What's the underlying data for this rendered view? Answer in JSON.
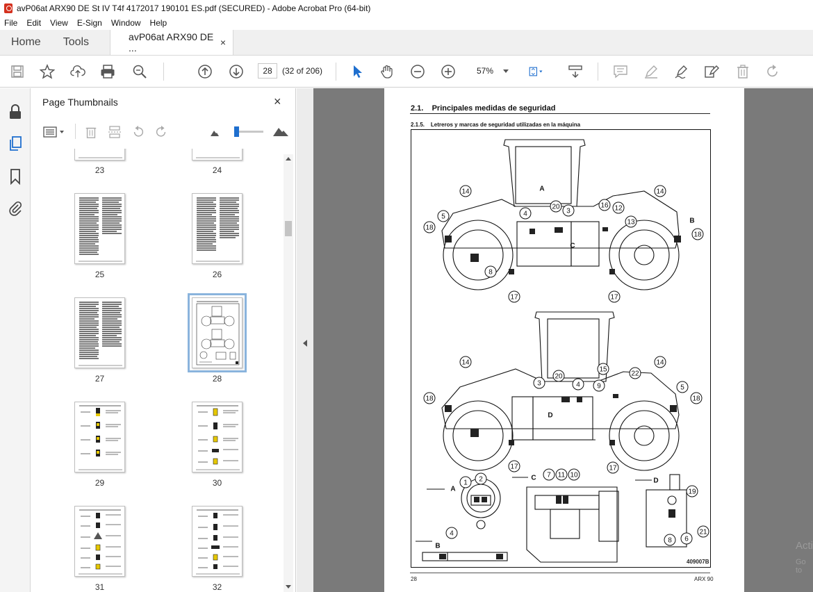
{
  "window": {
    "title": "avP06at ARX90 DE St IV T4f 4172017 190101 ES.pdf (SECURED) - Adobe Acrobat Pro (64-bit)"
  },
  "menu": [
    "File",
    "Edit",
    "View",
    "E-Sign",
    "Window",
    "Help"
  ],
  "tabs": {
    "home": "Home",
    "tools": "Tools",
    "document": "avP06at ARX90 DE ...",
    "close": "×"
  },
  "toolbar": {
    "page_number": "28",
    "page_count": "(32 of 206)",
    "zoom": "57%"
  },
  "panel": {
    "title": "Page Thumbnails",
    "close": "×",
    "pages": [
      "23",
      "24",
      "25",
      "26",
      "27",
      "28",
      "29",
      "30",
      "31",
      "32"
    ],
    "selected_page": "28"
  },
  "document": {
    "section_title": "2.1.    Principales medidas de seguridad",
    "subsection_title": "2.1.5.    Letreros y marcas de seguridad utilizadas en la máquina",
    "figure_code": "409007B",
    "footer_page": "28",
    "footer_model": "ARX 90",
    "callouts_top": [
      "14",
      "5",
      "18",
      "4",
      "20",
      "3",
      "8",
      "17",
      "A",
      "C",
      "16",
      "12",
      "13",
      "14",
      "B",
      "18",
      "17"
    ],
    "callouts_bottom": [
      "14",
      "18",
      "3",
      "20",
      "4",
      "D",
      "17",
      "15",
      "9",
      "22",
      "14",
      "5",
      "18",
      "17"
    ],
    "detail_labels": [
      "A",
      "B",
      "C",
      "D"
    ],
    "detail_callouts": [
      "1",
      "2",
      "4",
      "7",
      "11",
      "10",
      "19",
      "8",
      "6",
      "21"
    ]
  },
  "watermark": {
    "line1": "Acti",
    "line2": "Go to"
  }
}
